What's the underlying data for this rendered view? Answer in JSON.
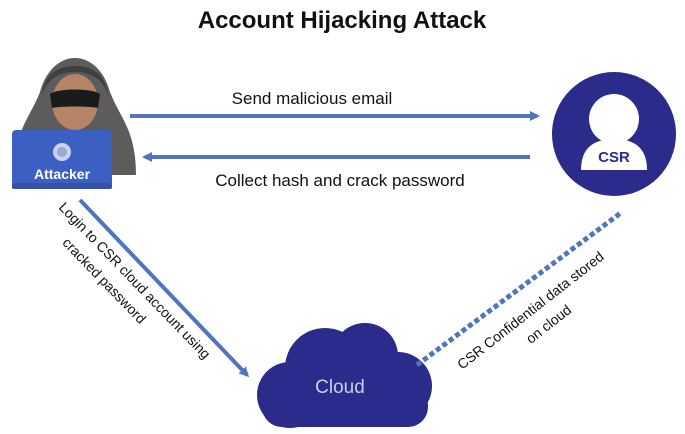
{
  "title": "Account Hijacking Attack",
  "nodes": {
    "attacker": {
      "label": "Attacker"
    },
    "csr": {
      "label": "CSR"
    },
    "cloud": {
      "label": "Cloud"
    }
  },
  "edges": {
    "send_email": {
      "label": "Send malicious email"
    },
    "collect_hash": {
      "label": "Collect hash and crack password"
    },
    "login_cloud": {
      "line1": "Login to CSR cloud account using",
      "line2": "cracked password"
    },
    "confidential": {
      "line1": "CSR Confidential data stored",
      "line2": "on cloud"
    }
  },
  "colors": {
    "arrow": "#4f74c0",
    "navy": "#2a2b8a",
    "text": "#111111",
    "hood": "#5c5c5c",
    "skin": "#b58366",
    "laptop": "#3c5fc2"
  }
}
